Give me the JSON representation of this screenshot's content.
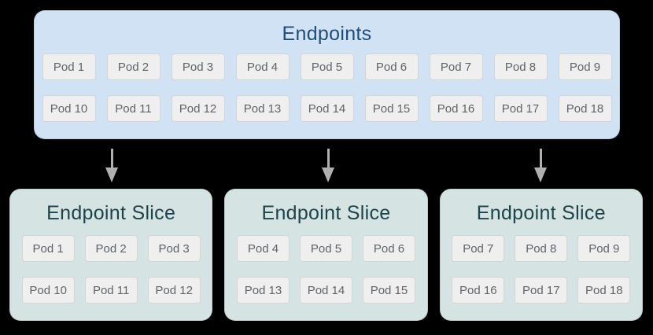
{
  "diagram": {
    "background": "#000000",
    "endpoints_box": {
      "title": "Endpoints",
      "title_color": "#1e4e79",
      "fill": "#d0e2f4",
      "pod_rows": [
        [
          "Pod 1",
          "Pod 2",
          "Pod 3",
          "Pod 4",
          "Pod 5",
          "Pod 6",
          "Pod 7",
          "Pod 8",
          "Pod 9"
        ],
        [
          "Pod 10",
          "Pod 11",
          "Pod 12",
          "Pod 13",
          "Pod 14",
          "Pod 15",
          "Pod 16",
          "Pod 17",
          "Pod 18"
        ]
      ]
    },
    "arrows": {
      "color": "#b0b0b0",
      "direction": "down",
      "count": 3
    },
    "slice_boxes": [
      {
        "title": "Endpoint Slice",
        "fill": "#d5e3e2",
        "title_color": "#1d444b",
        "pod_rows": [
          [
            "Pod 1",
            "Pod 2",
            "Pod 3"
          ],
          [
            "Pod 10",
            "Pod 11",
            "Pod 12"
          ]
        ]
      },
      {
        "title": "Endpoint Slice",
        "fill": "#d5e3e2",
        "title_color": "#1d444b",
        "pod_rows": [
          [
            "Pod 4",
            "Pod 5",
            "Pod 6"
          ],
          [
            "Pod 13",
            "Pod 14",
            "Pod 15"
          ]
        ]
      },
      {
        "title": "Endpoint Slice",
        "fill": "#d5e3e2",
        "title_color": "#1d444b",
        "pod_rows": [
          [
            "Pod 7",
            "Pod 8",
            "Pod 9"
          ],
          [
            "Pod 16",
            "Pod 17",
            "Pod 18"
          ]
        ]
      }
    ],
    "pod_style": {
      "fill": "#efefef",
      "border": "#d5d5d5",
      "text_color": "#5f6368"
    }
  }
}
